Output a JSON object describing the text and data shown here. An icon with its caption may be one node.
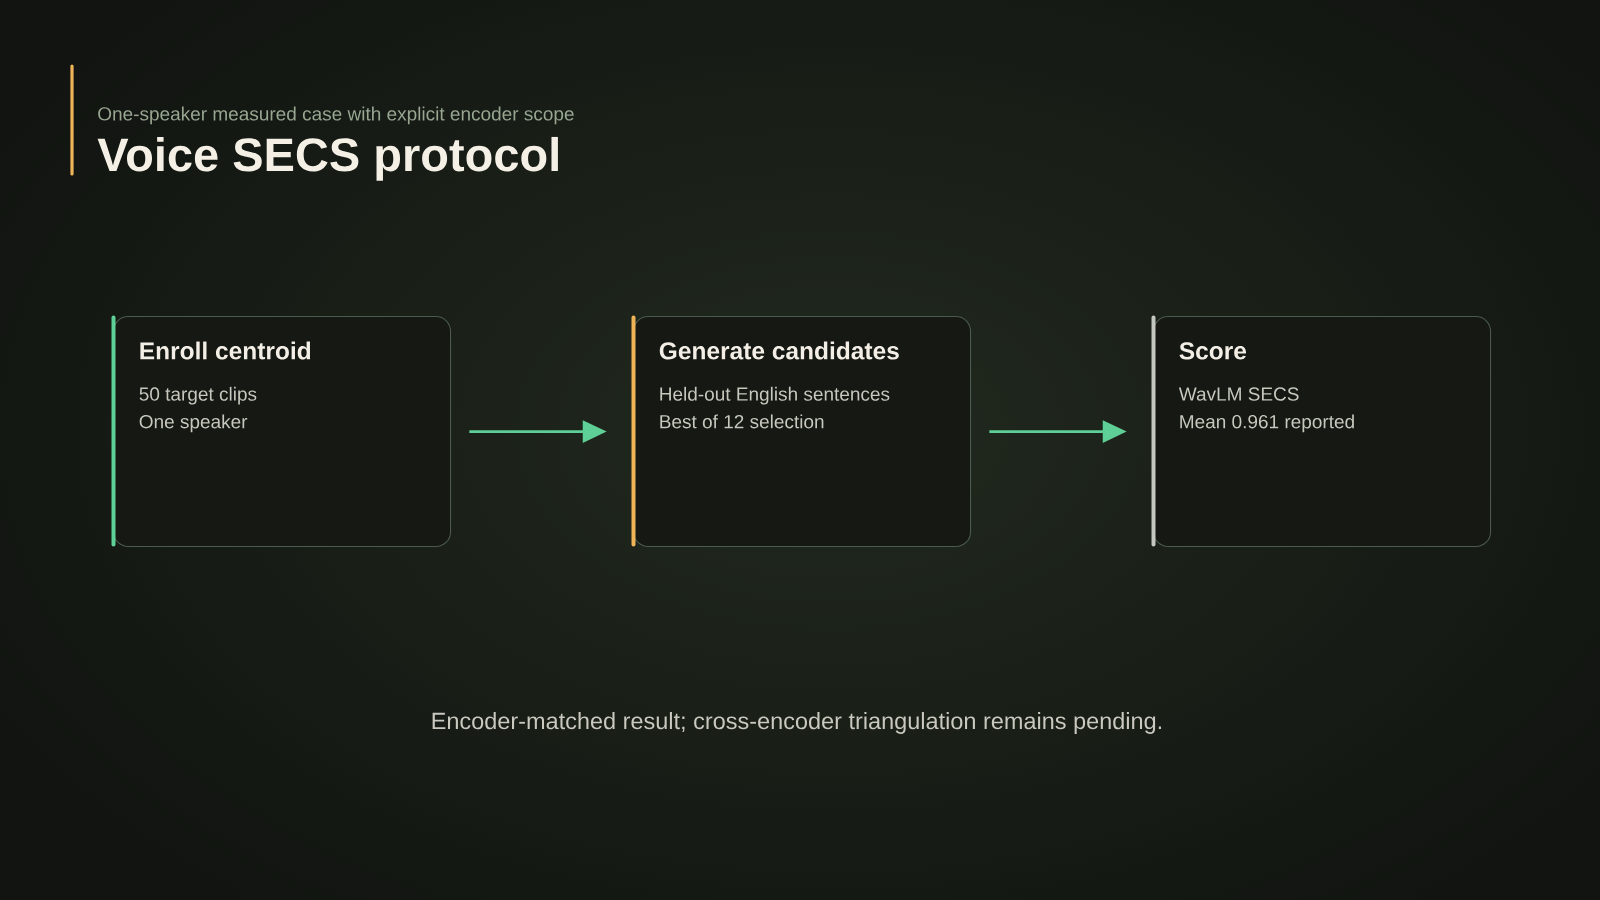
{
  "diagram": {
    "title": "Voice SECS protocol",
    "caption": "Encoder-matched result; cross-encoder triangulation remains pending.",
    "nodes": [
      {
        "text": [
          "Enroll centroid",
          "50 target clips",
          "One speaker"
        ]
      },
      {
        "text": [
          "Generate candidates",
          "Held-out English sentences",
          "Best of 12 selection"
        ]
      },
      {
        "text": [
          "Score",
          "WavLM SECS",
          "Mean 0.961 reported"
        ]
      }
    ],
    "edges": [
      {
        "from": 0,
        "to": 1,
        "arrow": "to"
      },
      {
        "from": 1,
        "to": 2,
        "arrow": "to"
      }
    ],
    "labels": [
      "One-speaker measured case with explicit encoder scope"
    ]
  }
}
